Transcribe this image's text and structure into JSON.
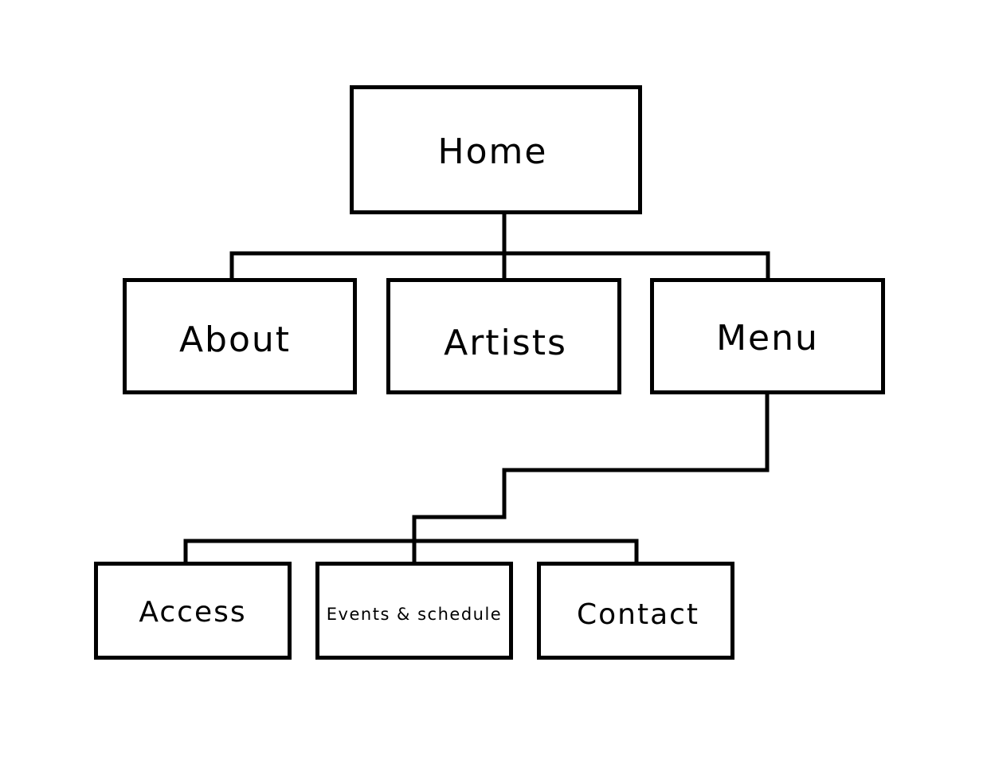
{
  "diagram": {
    "root": {
      "label": "Home"
    },
    "level2": [
      {
        "label": "About"
      },
      {
        "label": "Artists"
      },
      {
        "label": "Menu"
      }
    ],
    "level3": [
      {
        "label": "Access"
      },
      {
        "label": "Events & schedule"
      },
      {
        "label": "Contact"
      }
    ],
    "colors": {
      "stroke": "#000000",
      "background": "#ffffff"
    }
  }
}
